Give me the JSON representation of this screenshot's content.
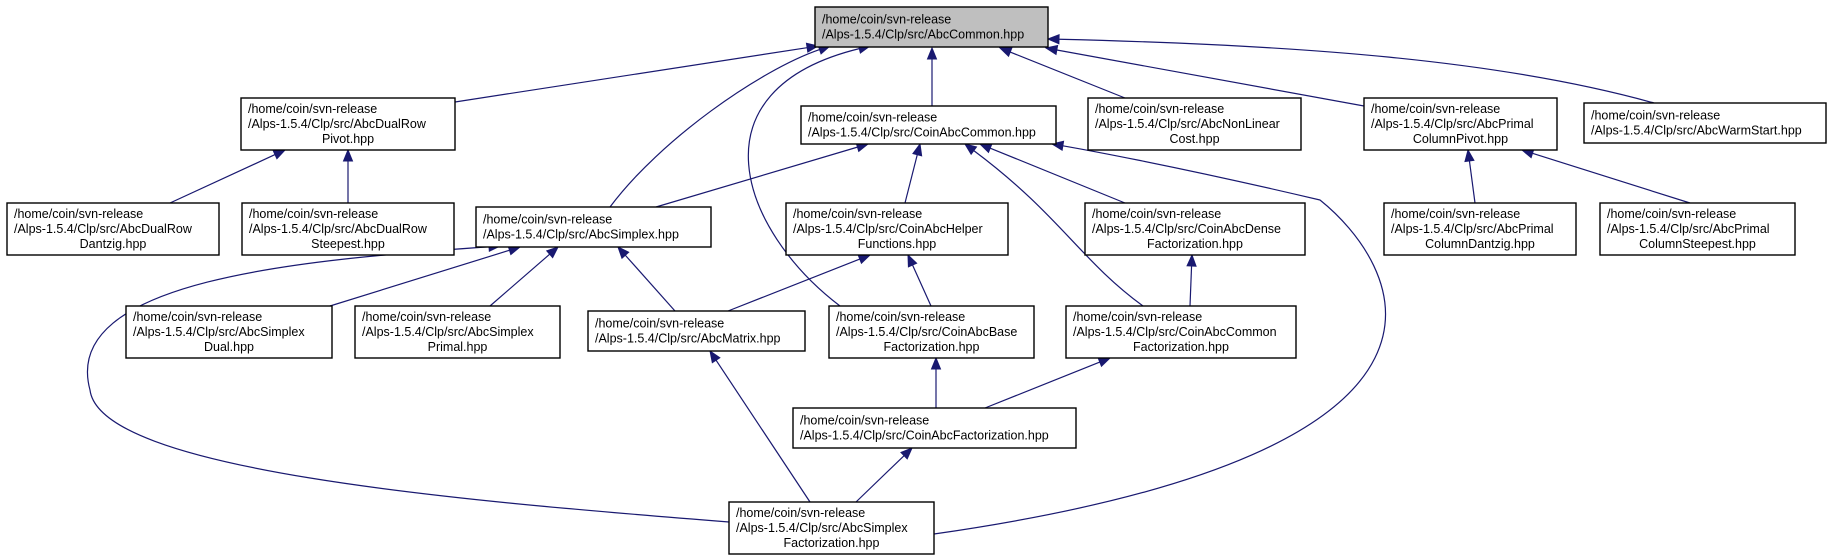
{
  "colors": {
    "edge": "#191970",
    "node_fill": "#ffffff",
    "root_fill": "#bfbfbf",
    "node_stroke": "#000000"
  },
  "nodes": [
    {
      "id": "root",
      "lines": [
        "/home/coin/svn-release",
        "/Alps-1.5.4/Clp/src/AbcCommon.hpp"
      ]
    },
    {
      "id": "dualrowpivot",
      "lines": [
        "/home/coin/svn-release",
        "/Alps-1.5.4/Clp/src/AbcDualRow",
        "Pivot.hpp"
      ]
    },
    {
      "id": "coinabccommon",
      "lines": [
        "/home/coin/svn-release",
        "/Alps-1.5.4/Clp/src/CoinAbcCommon.hpp"
      ]
    },
    {
      "id": "nonlinearcost",
      "lines": [
        "/home/coin/svn-release",
        "/Alps-1.5.4/Clp/src/AbcNonLinear",
        "Cost.hpp"
      ]
    },
    {
      "id": "primalcolumnpivot",
      "lines": [
        "/home/coin/svn-release",
        "/Alps-1.5.4/Clp/src/AbcPrimal",
        "ColumnPivot.hpp"
      ]
    },
    {
      "id": "warmstart",
      "lines": [
        "/home/coin/svn-release",
        "/Alps-1.5.4/Clp/src/AbcWarmStart.hpp"
      ]
    },
    {
      "id": "dualrowdantzig",
      "lines": [
        "/home/coin/svn-release",
        "/Alps-1.5.4/Clp/src/AbcDualRow",
        "Dantzig.hpp"
      ]
    },
    {
      "id": "dualrowsteepest",
      "lines": [
        "/home/coin/svn-release",
        "/Alps-1.5.4/Clp/src/AbcDualRow",
        "Steepest.hpp"
      ]
    },
    {
      "id": "abcsimplex",
      "lines": [
        "/home/coin/svn-release",
        "/Alps-1.5.4/Clp/src/AbcSimplex.hpp"
      ]
    },
    {
      "id": "helperfunctions",
      "lines": [
        "/home/coin/svn-release",
        "/Alps-1.5.4/Clp/src/CoinAbcHelper",
        "Functions.hpp"
      ]
    },
    {
      "id": "densefactorization",
      "lines": [
        "/home/coin/svn-release",
        "/Alps-1.5.4/Clp/src/CoinAbcDense",
        "Factorization.hpp"
      ]
    },
    {
      "id": "primalcolumndantzig",
      "lines": [
        "/home/coin/svn-release",
        "/Alps-1.5.4/Clp/src/AbcPrimal",
        "ColumnDantzig.hpp"
      ]
    },
    {
      "id": "primalcolumnsteepest",
      "lines": [
        "/home/coin/svn-release",
        "/Alps-1.5.4/Clp/src/AbcPrimal",
        "ColumnSteepest.hpp"
      ]
    },
    {
      "id": "simplexdual",
      "lines": [
        "/home/coin/svn-release",
        "/Alps-1.5.4/Clp/src/AbcSimplex",
        "Dual.hpp"
      ]
    },
    {
      "id": "simplexprimal",
      "lines": [
        "/home/coin/svn-release",
        "/Alps-1.5.4/Clp/src/AbcSimplex",
        "Primal.hpp"
      ]
    },
    {
      "id": "abcmatrix",
      "lines": [
        "/home/coin/svn-release",
        "/Alps-1.5.4/Clp/src/AbcMatrix.hpp"
      ]
    },
    {
      "id": "basefactorization",
      "lines": [
        "/home/coin/svn-release",
        "/Alps-1.5.4/Clp/src/CoinAbcBase",
        "Factorization.hpp"
      ]
    },
    {
      "id": "commonfactorization",
      "lines": [
        "/home/coin/svn-release",
        "/Alps-1.5.4/Clp/src/CoinAbcCommon",
        "Factorization.hpp"
      ]
    },
    {
      "id": "coinabcfactorization",
      "lines": [
        "/home/coin/svn-release",
        "/Alps-1.5.4/Clp/src/CoinAbcFactorization.hpp"
      ]
    },
    {
      "id": "simplexfactorization",
      "lines": [
        "/home/coin/svn-release",
        "/Alps-1.5.4/Clp/src/AbcSimplex",
        "Factorization.hpp"
      ]
    }
  ],
  "edges": [
    {
      "from": "dualrowpivot",
      "to": "root"
    },
    {
      "from": "abcsimplex",
      "to": "root"
    },
    {
      "from": "basefactorization",
      "to": "root"
    },
    {
      "from": "coinabccommon",
      "to": "root"
    },
    {
      "from": "nonlinearcost",
      "to": "root"
    },
    {
      "from": "primalcolumnpivot",
      "to": "root"
    },
    {
      "from": "warmstart",
      "to": "root"
    },
    {
      "from": "dualrowdantzig",
      "to": "dualrowpivot"
    },
    {
      "from": "dualrowsteepest",
      "to": "dualrowpivot"
    },
    {
      "from": "abcsimplex",
      "to": "coinabccommon"
    },
    {
      "from": "helperfunctions",
      "to": "coinabccommon"
    },
    {
      "from": "densefactorization",
      "to": "coinabccommon"
    },
    {
      "from": "commonfactorization",
      "to": "coinabccommon"
    },
    {
      "from": "simplexfactorization",
      "to": "coinabccommon"
    },
    {
      "from": "primalcolumndantzig",
      "to": "primalcolumnpivot"
    },
    {
      "from": "primalcolumnsteepest",
      "to": "primalcolumnpivot"
    },
    {
      "from": "simplexdual",
      "to": "abcsimplex"
    },
    {
      "from": "simplexprimal",
      "to": "abcsimplex"
    },
    {
      "from": "abcmatrix",
      "to": "abcsimplex"
    },
    {
      "from": "simplexfactorization",
      "to": "abcsimplex"
    },
    {
      "from": "abcmatrix",
      "to": "helperfunctions"
    },
    {
      "from": "basefactorization",
      "to": "helperfunctions"
    },
    {
      "from": "commonfactorization",
      "to": "densefactorization"
    },
    {
      "from": "coinabcfactorization",
      "to": "basefactorization"
    },
    {
      "from": "coinabcfactorization",
      "to": "commonfactorization"
    },
    {
      "from": "simplexfactorization",
      "to": "abcmatrix"
    },
    {
      "from": "simplexfactorization",
      "to": "coinabcfactorization"
    }
  ]
}
